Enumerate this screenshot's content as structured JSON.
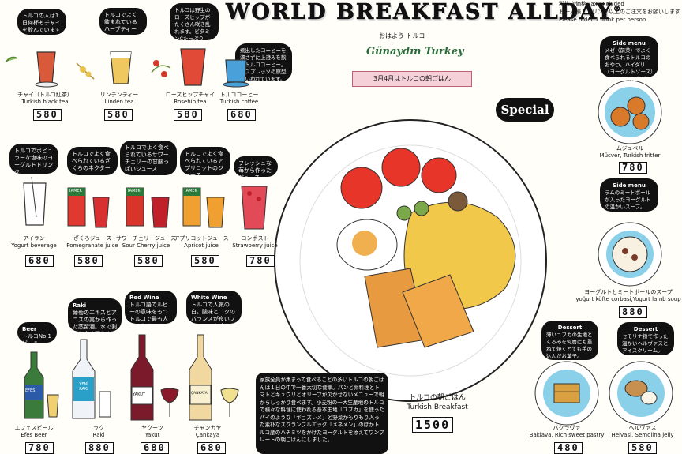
{
  "header": {
    "title": "WORLD BREAKFAST ALLDAY",
    "registered": "®",
    "note_line1": "税抜き価格 Tax Excluded",
    "note_line2": "お一人様１ドリンク以上のご注文をお願いします",
    "note_line3": "Please order 1 drink per person."
  },
  "special": {
    "greeting_kana": "おはよう トルコ",
    "greeting": "Günaydın Turkey",
    "ribbon": "3月4月はトルコの朝ごはん",
    "badge": "Special",
    "plate_name_ja": "トルコの朝ごはん",
    "plate_name_en": "Turkish Breakfast",
    "plate_price": "1500",
    "description": "家族全員が集まって食べることの多いトルコの朝ごはんは１日の中で一番大切な食事。パンと卵料理とトマトとキュウリとオリーブが欠かせないメニューで朝からしっかり食べます。小麦粉の一大生産地のトルコで様々な料理に使われる基本生地「ユフカ」を使ったパイのような「ギョズレメ」と野菜がもりもり入った素朴なスクランブルエッグ「メネメン」のほかトルコ産のハチミツをかけたヨーグルトを添えてワンプレートの朝ごはんにしました。"
  },
  "hot_drinks": [
    {
      "bubble": "トルコの人は1日何杯もチャイを飲んでいます",
      "name_ja": "チャイ（トルコ紅茶）",
      "name_en": "Turkish black tea",
      "price": "580"
    },
    {
      "bubble": "トルコでよく飲まれているハーブティー",
      "name_ja": "リンデンティー",
      "name_en": "Linden tea",
      "price": "580"
    },
    {
      "bubble": "トルコは野生のローズヒップがたくさん咲き乱れます。ビタミンCたっぷり",
      "name_ja": "ローズヒップチャイ",
      "name_en": "Rosehip tea",
      "price": "580"
    },
    {
      "bubble": "煮出したコーヒーを濾さずに上澄みを飲むトルココーヒー。エスプレッソの原型といわれています。",
      "name_ja": "トルココーヒー",
      "name_en": "Turkish coffee",
      "price": "680"
    }
  ],
  "cold_drinks": [
    {
      "bubble": "トルコでポピュラーな塩味のヨーグルトドリンク",
      "name_ja": "アイラン",
      "name_en": "Yogurt beverage",
      "price": "680"
    },
    {
      "bubble": "トルコでよく食べられているざくろのネクター",
      "name_ja": "ざくろジュース",
      "name_en": "Pomegranate juice",
      "price": "580"
    },
    {
      "bubble": "トルコでよく食べられているサワーチェリーの甘酸っぱいジュース",
      "name_ja": "サワーチェリージュース",
      "name_en": "Sour Cherry juice",
      "price": "580"
    },
    {
      "bubble": "トルコでよく食べられているアプリコットのジュース",
      "name_ja": "アプリコットジュース",
      "name_en": "Apricot juice",
      "price": "580"
    },
    {
      "bubble": "フレッシュな苺から作ったジュース",
      "name_ja": "コンポスト",
      "name_en": "Strawberry juice",
      "price": "780"
    }
  ],
  "alcohol": [
    {
      "head": "Beer",
      "bubble": "トルコNo.1 ビール",
      "name_ja": "エフェスビール",
      "name_en": "Efes Beer",
      "price": "780"
    },
    {
      "head": "Raki",
      "bubble": "葡萄のエキスとアニスの実から作った蒸留酒。水で割ると白く濁ります。",
      "name_ja": "ラク",
      "name_en": "Raki",
      "price": "880"
    },
    {
      "head": "Red Wine",
      "bubble": "トルコ語でルビーの意味をもつトルコで最も人気のあるワイン。",
      "name_ja": "ヤクーツ",
      "name_en": "Yakut",
      "price": "680"
    },
    {
      "head": "White Wine",
      "bubble": "トルコで人気の白。酸味とコクのバランスが良いフレッシュな味。",
      "name_ja": "チャンカヤ",
      "name_en": "Çankaya",
      "price": "680"
    }
  ],
  "bottle_labels": {
    "efes": "EFES",
    "raki": "YENİ RAKI",
    "yakut": "YAKUT",
    "cankaya": "ÇANKAYA",
    "carton": "TAMEK"
  },
  "side_menu": [
    {
      "head": "Side menu",
      "bubble": "メゼ（前菜）でよく食べられるトルコのおやつ。ハイダリ（ヨーグルトソース）をつけて召し上がれ。",
      "name_ja": "ムジュベル",
      "name_en": "Mücver, Turkish fritter",
      "price": "780"
    },
    {
      "head": "Side menu",
      "bubble": "ラムのミートボールが入ったヨーグルトの温かいスープ。",
      "name_ja": "ヨーグルトとミートボールのスープ",
      "name_en": "yoğurt köfte çorbasi,Yogurt lamb soup",
      "price": "880"
    }
  ],
  "desserts": [
    {
      "head": "Dessert",
      "bubble": "薄いユフカの生地とくるみを何層にも重ねて焼くとても手の込んだお菓子。",
      "name_ja": "バクラヴァ",
      "name_en": "Baklava, Rich sweet pastry",
      "price": "480"
    },
    {
      "head": "Dessert",
      "bubble": "セモリナ粉で作った温かいヘルヴァスとアイスクリーム。",
      "name_ja": "ヘルヴァス",
      "name_en": "Helvasi, Semolina jelly",
      "price": "580"
    }
  ]
}
